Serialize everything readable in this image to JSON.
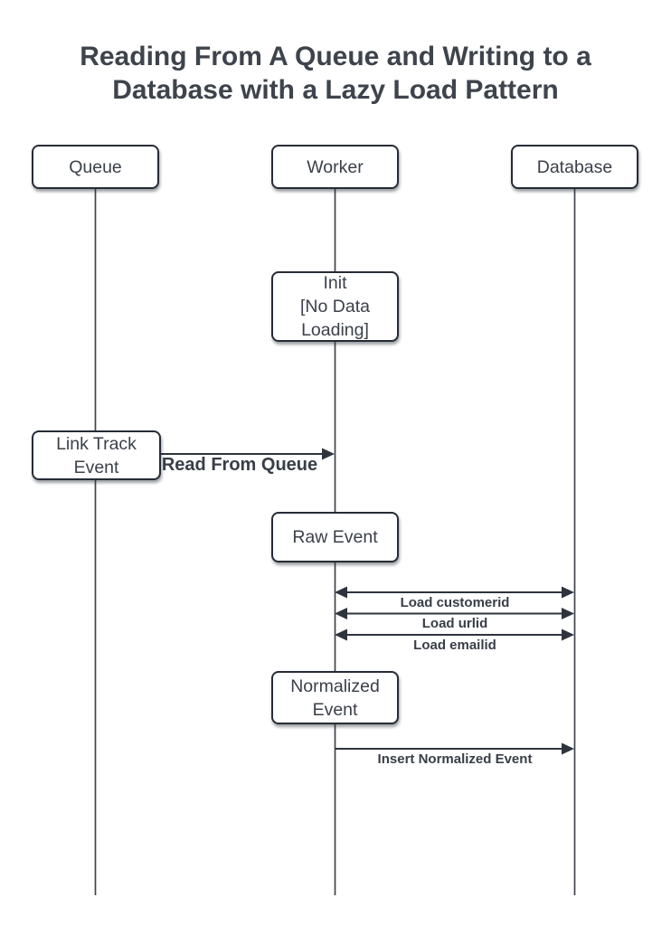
{
  "title": "Reading From A Queue and Writing to a Database with a Lazy Load Pattern",
  "actors": [
    {
      "label": "Queue"
    },
    {
      "label": "Worker"
    },
    {
      "label": "Database"
    }
  ],
  "notes": [
    {
      "name": "init",
      "lines": [
        "Init",
        "[No Data",
        "Loading]"
      ]
    },
    {
      "name": "link-track-event",
      "lines": [
        "Link Track",
        "Event"
      ]
    },
    {
      "name": "raw-event",
      "lines": [
        "Raw Event"
      ]
    },
    {
      "name": "normalized-event",
      "lines": [
        "Normalized",
        "Event"
      ]
    }
  ],
  "messages": [
    {
      "label": "Read From Queue",
      "from": "Queue",
      "to": "Worker",
      "arrow": "single"
    },
    {
      "label": "Load customerid",
      "from": "Worker",
      "to": "Database",
      "arrow": "double"
    },
    {
      "label": "Load urlid",
      "from": "Worker",
      "to": "Database",
      "arrow": "double"
    },
    {
      "label": "Load emailid",
      "from": "Worker",
      "to": "Database",
      "arrow": "double"
    },
    {
      "label": "Insert Normalized Event",
      "from": "Worker",
      "to": "Database",
      "arrow": "single"
    }
  ],
  "colors": {
    "background": "#ffffff",
    "line": "#2e343d",
    "lifeline": "#3f444d",
    "box_border": "#262c35",
    "box_fill": "#ffffff",
    "text": "#3b4049",
    "title": "#3e434c"
  }
}
